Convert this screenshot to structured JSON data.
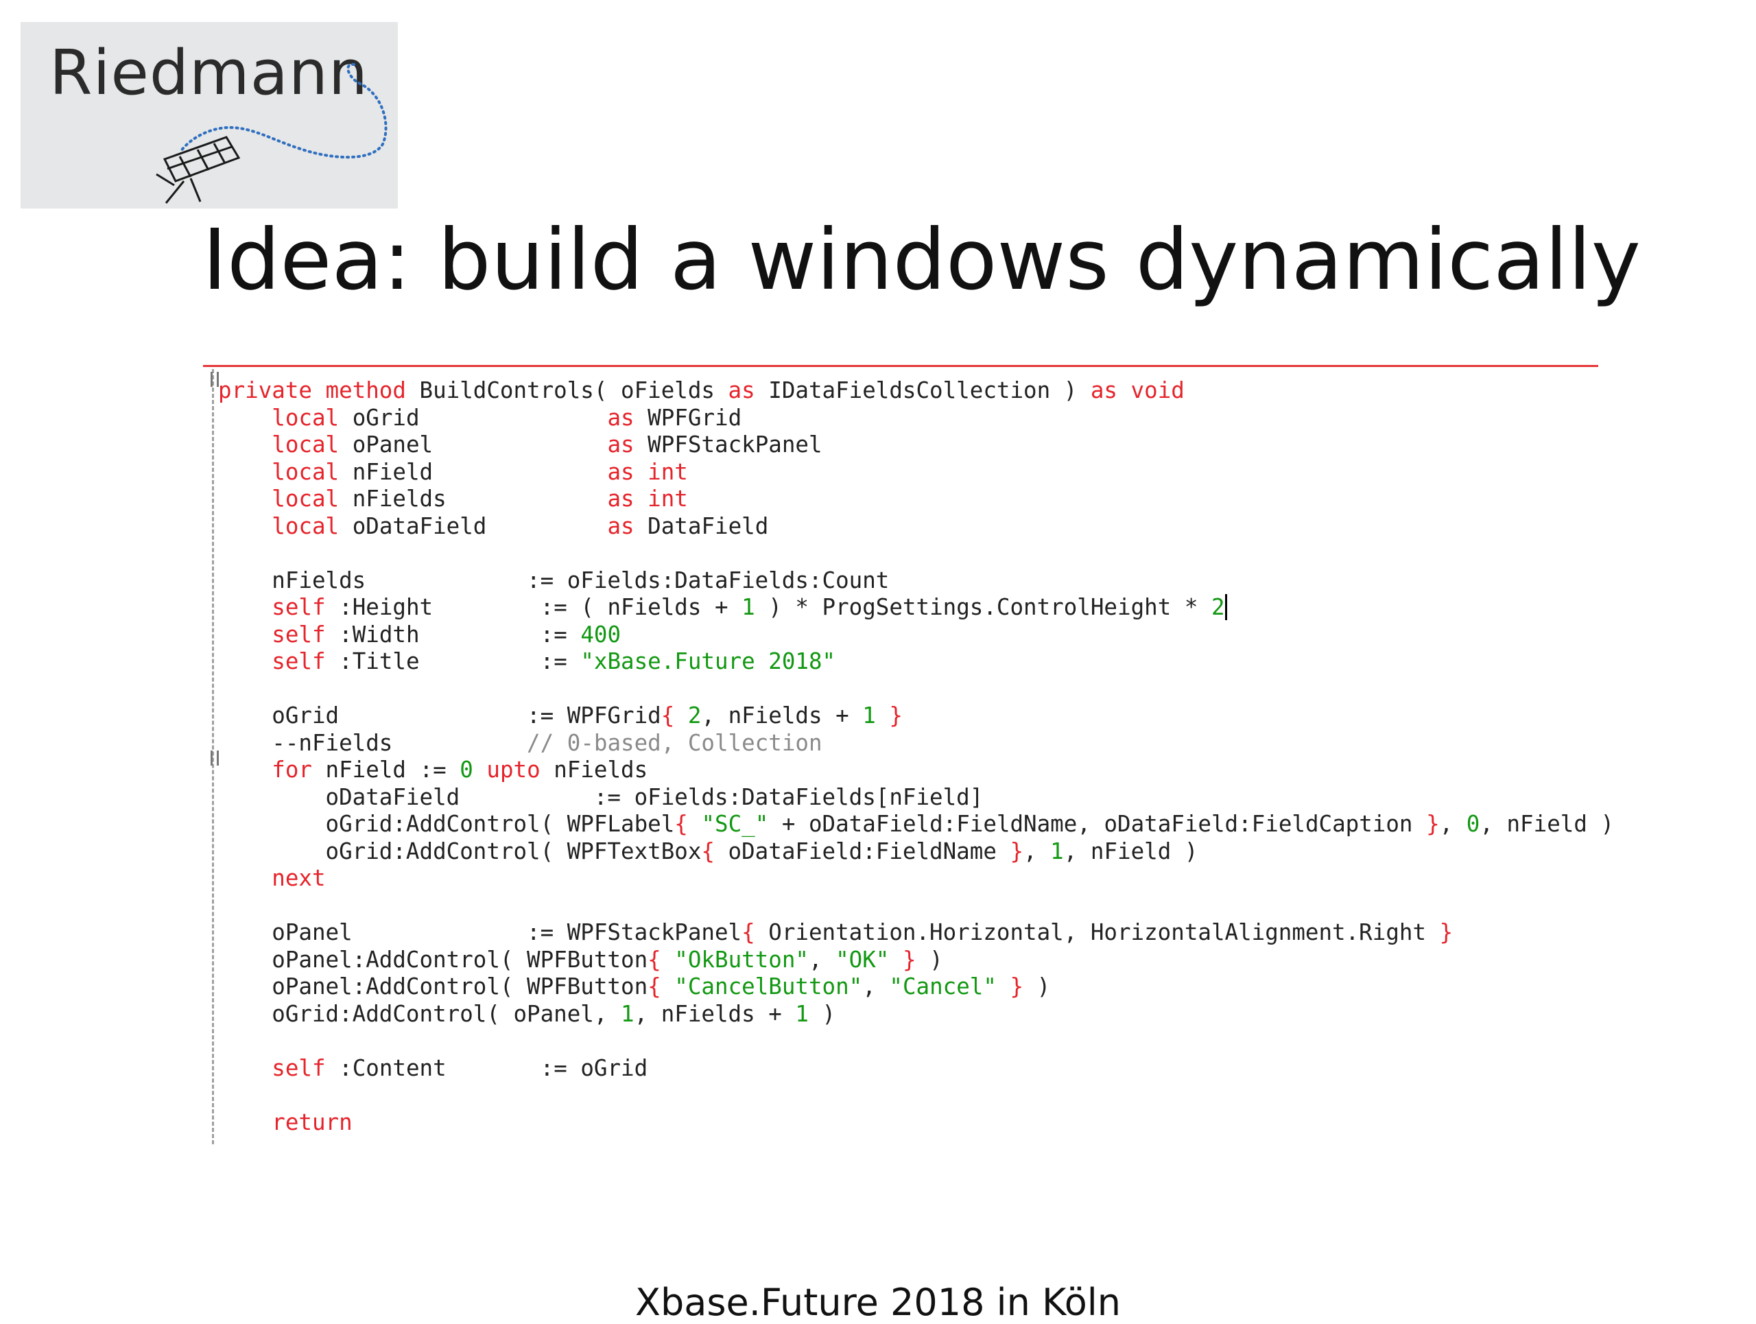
{
  "logo": {
    "text": "Riedmann",
    "icon": "telescope-dotted-trail-icon"
  },
  "slide": {
    "title": "Idea: build a windows dynamically",
    "footer": "Xbase.Future 2018 in Köln"
  },
  "code": {
    "lines": [
      [
        [
          "kw",
          "private method"
        ],
        [
          "",
          "BuildControls( oFields "
        ],
        [
          "kw",
          "as"
        ],
        [
          "",
          "IDataFieldsCollection ) "
        ],
        [
          "kw",
          "as void"
        ]
      ],
      [
        [
          "",
          "    "
        ],
        [
          "kw",
          "local"
        ],
        [
          "",
          "oGrid              "
        ],
        [
          "kw",
          "as"
        ],
        [
          "",
          "WPFGrid"
        ]
      ],
      [
        [
          "",
          "    "
        ],
        [
          "kw",
          "local"
        ],
        [
          "",
          "oPanel             "
        ],
        [
          "kw",
          "as"
        ],
        [
          "",
          "WPFStackPanel"
        ]
      ],
      [
        [
          "",
          "    "
        ],
        [
          "kw",
          "local"
        ],
        [
          "",
          "nField             "
        ],
        [
          "kw",
          "as int"
        ]
      ],
      [
        [
          "",
          "    "
        ],
        [
          "kw",
          "local"
        ],
        [
          "",
          "nFields            "
        ],
        [
          "kw",
          "as int"
        ]
      ],
      [
        [
          "",
          "    "
        ],
        [
          "kw",
          "local"
        ],
        [
          "",
          "oDataField         "
        ],
        [
          "kw",
          "as"
        ],
        [
          "",
          "DataField"
        ]
      ],
      [
        [
          "",
          ""
        ]
      ],
      [
        [
          "",
          "    nFields            := oFields:DataFields:Count"
        ]
      ],
      [
        [
          "",
          "    "
        ],
        [
          "kw",
          "self"
        ],
        [
          "",
          ":Height        := ( nFields + "
        ],
        [
          "num",
          "1"
        ],
        [
          "",
          " ) * ProgSettings.ControlHeight * "
        ],
        [
          "num",
          "2"
        ],
        [
          "caret",
          ""
        ]
      ],
      [
        [
          "",
          "    "
        ],
        [
          "kw",
          "self"
        ],
        [
          "",
          ":Width         := "
        ],
        [
          "num",
          "400"
        ]
      ],
      [
        [
          "",
          "    "
        ],
        [
          "kw",
          "self"
        ],
        [
          "",
          ":Title         := "
        ],
        [
          "str",
          "\"xBase.Future 2018\""
        ]
      ],
      [
        [
          "",
          ""
        ]
      ],
      [
        [
          "",
          "    oGrid              := WPFGrid"
        ],
        [
          "br",
          "{"
        ],
        [
          "",
          " "
        ],
        [
          "num",
          "2"
        ],
        [
          "",
          ", nFields + "
        ],
        [
          "num",
          "1"
        ],
        [
          "",
          " "
        ],
        [
          "br",
          "}"
        ]
      ],
      [
        [
          "",
          "    --nFields          "
        ],
        [
          "cmt",
          "// 0-based, Collection"
        ]
      ],
      [
        [
          "",
          "    "
        ],
        [
          "kw",
          "for"
        ],
        [
          "",
          " nField := "
        ],
        [
          "num",
          "0"
        ],
        [
          "",
          " "
        ],
        [
          "kw",
          "upto"
        ],
        [
          "",
          " nFields"
        ]
      ],
      [
        [
          "",
          "        oDataField          := oFields:DataFields[nField]"
        ]
      ],
      [
        [
          "",
          "        oGrid:AddControl( WPFLabel"
        ],
        [
          "br",
          "{"
        ],
        [
          "",
          " "
        ],
        [
          "str",
          "\"SC_\""
        ],
        [
          "",
          " + oDataField:FieldName, oDataField:FieldCaption "
        ],
        [
          "br",
          "}"
        ],
        [
          "",
          ", "
        ],
        [
          "num",
          "0"
        ],
        [
          "",
          ", nField )"
        ]
      ],
      [
        [
          "",
          "        oGrid:AddControl( WPFTextBox"
        ],
        [
          "br",
          "{"
        ],
        [
          "",
          " oDataField:FieldName "
        ],
        [
          "br",
          "}"
        ],
        [
          "",
          ", "
        ],
        [
          "num",
          "1"
        ],
        [
          "",
          ", nField )"
        ]
      ],
      [
        [
          "",
          "    "
        ],
        [
          "kw",
          "next"
        ]
      ],
      [
        [
          "",
          ""
        ]
      ],
      [
        [
          "",
          "    oPanel             := WPFStackPanel"
        ],
        [
          "br",
          "{"
        ],
        [
          "",
          " Orientation.Horizontal, HorizontalAlignment.Right "
        ],
        [
          "br",
          "}"
        ]
      ],
      [
        [
          "",
          "    oPanel:AddControl( WPFButton"
        ],
        [
          "br",
          "{"
        ],
        [
          "",
          " "
        ],
        [
          "str",
          "\"OkButton\""
        ],
        [
          "",
          ", "
        ],
        [
          "str",
          "\"OK\""
        ],
        [
          "",
          " "
        ],
        [
          "br",
          "}"
        ],
        [
          "",
          " )"
        ]
      ],
      [
        [
          "",
          "    oPanel:AddControl( WPFButton"
        ],
        [
          "br",
          "{"
        ],
        [
          "",
          " "
        ],
        [
          "str",
          "\"CancelButton\""
        ],
        [
          "",
          ", "
        ],
        [
          "str",
          "\"Cancel\""
        ],
        [
          "",
          " "
        ],
        [
          "br",
          "}"
        ],
        [
          "",
          " )"
        ]
      ],
      [
        [
          "",
          "    oGrid:AddControl( oPanel, "
        ],
        [
          "num",
          "1"
        ],
        [
          "",
          ", nFields + "
        ],
        [
          "num",
          "1"
        ],
        [
          "",
          " )"
        ]
      ],
      [
        [
          "",
          ""
        ]
      ],
      [
        [
          "",
          "    "
        ],
        [
          "kw",
          "self"
        ],
        [
          "",
          ":Content       := oGrid"
        ]
      ],
      [
        [
          "",
          ""
        ]
      ],
      [
        [
          "",
          "    "
        ],
        [
          "kw",
          "return"
        ]
      ]
    ]
  }
}
